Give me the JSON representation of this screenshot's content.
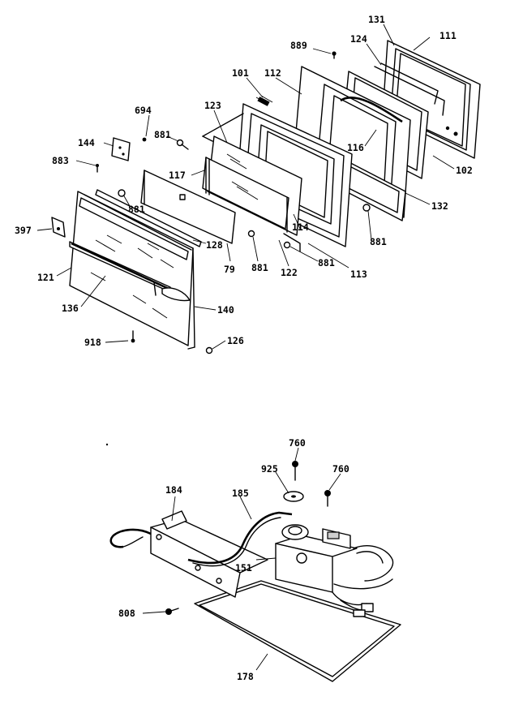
{
  "diagram": {
    "upper_labels": {
      "131": "131",
      "111": "111",
      "124": "124",
      "889": "889",
      "101": "101",
      "112": "112",
      "694": "694",
      "123": "123",
      "116": "116",
      "102": "102",
      "144": "144",
      "881a": "881",
      "883": "883",
      "117": "117",
      "881b": "881",
      "132": "132",
      "114": "114",
      "397": "397",
      "128": "128",
      "881c": "881",
      "79": "79",
      "881d": "881",
      "122": "122",
      "881e": "881",
      "113": "113",
      "121": "121",
      "136": "136",
      "140": "140",
      "918": "918",
      "126": "126"
    },
    "lower_labels": {
      "760a": "760",
      "925": "925",
      "760b": "760",
      "184": "184",
      "185": "185",
      "151": "151",
      "808": "808",
      "178": "178"
    }
  }
}
